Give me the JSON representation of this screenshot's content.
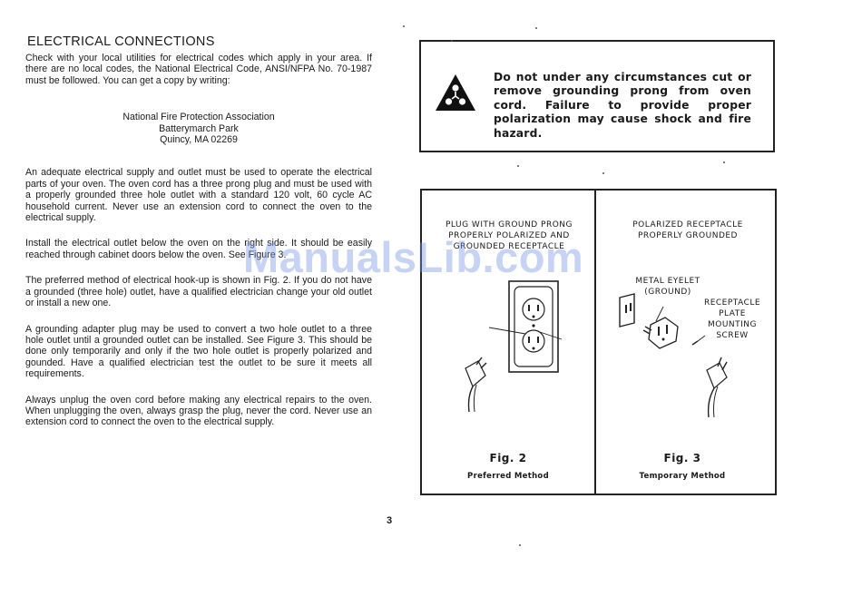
{
  "page": {
    "heading": "ELECTRICAL CONNECTIONS",
    "paragraphs": {
      "intro": "Check with your local utilities for electrical codes which apply in your area. If there are no local codes, the National Electrical Code, ANSI/NFPA No. 70-1987 must be followed. You can get a copy by writing:",
      "supply": "An adequate electrical supply and outlet must be used to operate the electrical parts of your oven. The oven cord has a three prong plug and must be used with a properly grounded three hole outlet with a standard 120 volt, 60 cycle AC household current. Never use an extension cord to connect the oven to the electrical supply.",
      "install": "Install the electrical outlet below the oven on the right side. It should be easily reached through cabinet doors below the oven. See Figure 3.",
      "preferred": "The preferred method of electrical hook-up is shown in Fig. 2. If you do not have a grounded (three hole) outlet, have a qualified electrician change your old outlet or install a new one.",
      "adapter": "A grounding adapter plug may be used to convert a two hole outlet to a three hole outlet until a grounded outlet can be installed. See Figure 3. This should be done only temporarily and only if the two hole outlet is properly polarized and gounded. Have a qualified electrician test the outlet to be sure it meets all requirements.",
      "unplug": "Always unplug the oven cord before making any electrical repairs to the oven. When unplugging the oven, always grasp the plug, never the cord. Never use an extension cord to connect the oven to the electrical supply."
    },
    "address": {
      "line1": "National Fire Protection Association",
      "line2": "Batterymarch Park",
      "line3": "Quincy, MA 02269"
    },
    "page_number": "3"
  },
  "warning": {
    "text": "Do not under any circumstances cut or remove grounding prong from oven cord. Failure to provide proper polarization may cause shock and fire hazard.",
    "icon": "warning-triangle-icon"
  },
  "figures": {
    "fig2": {
      "caption_line1": "PLUG WITH GROUND PRONG",
      "caption_line2": "PROPERLY POLARIZED AND",
      "caption_line3": "GROUNDED RECEPTACLE",
      "title": "Fig. 2",
      "subtitle": "Preferred Method"
    },
    "fig3": {
      "caption_line1": "POLARIZED RECEPTACLE",
      "caption_line2": "PROPERLY GROUNDED",
      "label_eyelet_1": "METAL EYELET",
      "label_eyelet_2": "(GROUND)",
      "label_plate_1": "RECEPTACLE",
      "label_plate_2": "PLATE",
      "label_plate_3": "MOUNTING",
      "label_plate_4": "SCREW",
      "title": "Fig. 3",
      "subtitle": "Temporary Method"
    }
  },
  "watermark": {
    "text": "ManualsLib.com",
    "color": "#7896e6"
  }
}
